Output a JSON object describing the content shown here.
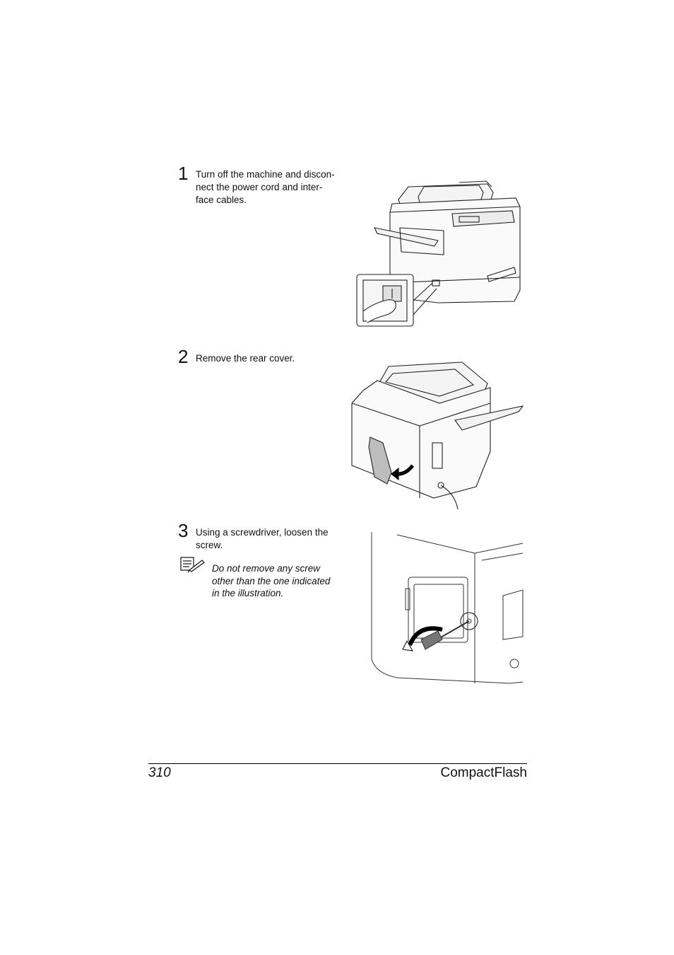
{
  "steps": [
    {
      "number": "1",
      "text_lines": [
        "Turn off the machine and discon-",
        "nect the power cord and inter-",
        "face cables."
      ]
    },
    {
      "number": "2",
      "text_lines": [
        "Remove the rear cover."
      ]
    },
    {
      "number": "3",
      "text_lines": [
        "Using a screwdriver, loosen the",
        "screw."
      ]
    }
  ],
  "note": {
    "icon": "note-pencil-icon",
    "lines": [
      "Do not remove any screw",
      "other than the one indicated",
      "in the illustration."
    ]
  },
  "footer": {
    "page_number": "310",
    "section_title": "CompactFlash"
  }
}
